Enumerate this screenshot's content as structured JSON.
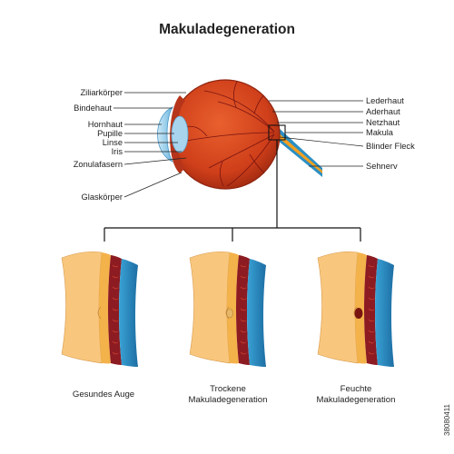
{
  "title": "Makuladegeneration",
  "labels_left": [
    "Ziliarkörper",
    "Bindehaut",
    "Hornhaut",
    "Pupille",
    "Linse",
    "Iris",
    "Zonulafasern",
    "Glaskörper"
  ],
  "labels_right": [
    "Lederhaut",
    "Aderhaut",
    "Netzhaut",
    "Makula",
    "Blinder Fleck",
    "Sehnerv"
  ],
  "panels": [
    {
      "caption": [
        "Gesundes Auge"
      ],
      "condition": "healthy"
    },
    {
      "caption": [
        "Trockene",
        "Makuladegeneration"
      ],
      "condition": "dry"
    },
    {
      "caption": [
        "Feuchte",
        "Makuladegeneration"
      ],
      "condition": "wet"
    }
  ],
  "stock_id": "38080411",
  "colors": {
    "eyeball": "#d9471f",
    "sclera_blue": "#2b8fc4",
    "vitreous": "#f8c77d",
    "retina": "#8c1b22",
    "nerve": "#f2a020",
    "vessel": "#7a1410",
    "line": "#111111"
  }
}
